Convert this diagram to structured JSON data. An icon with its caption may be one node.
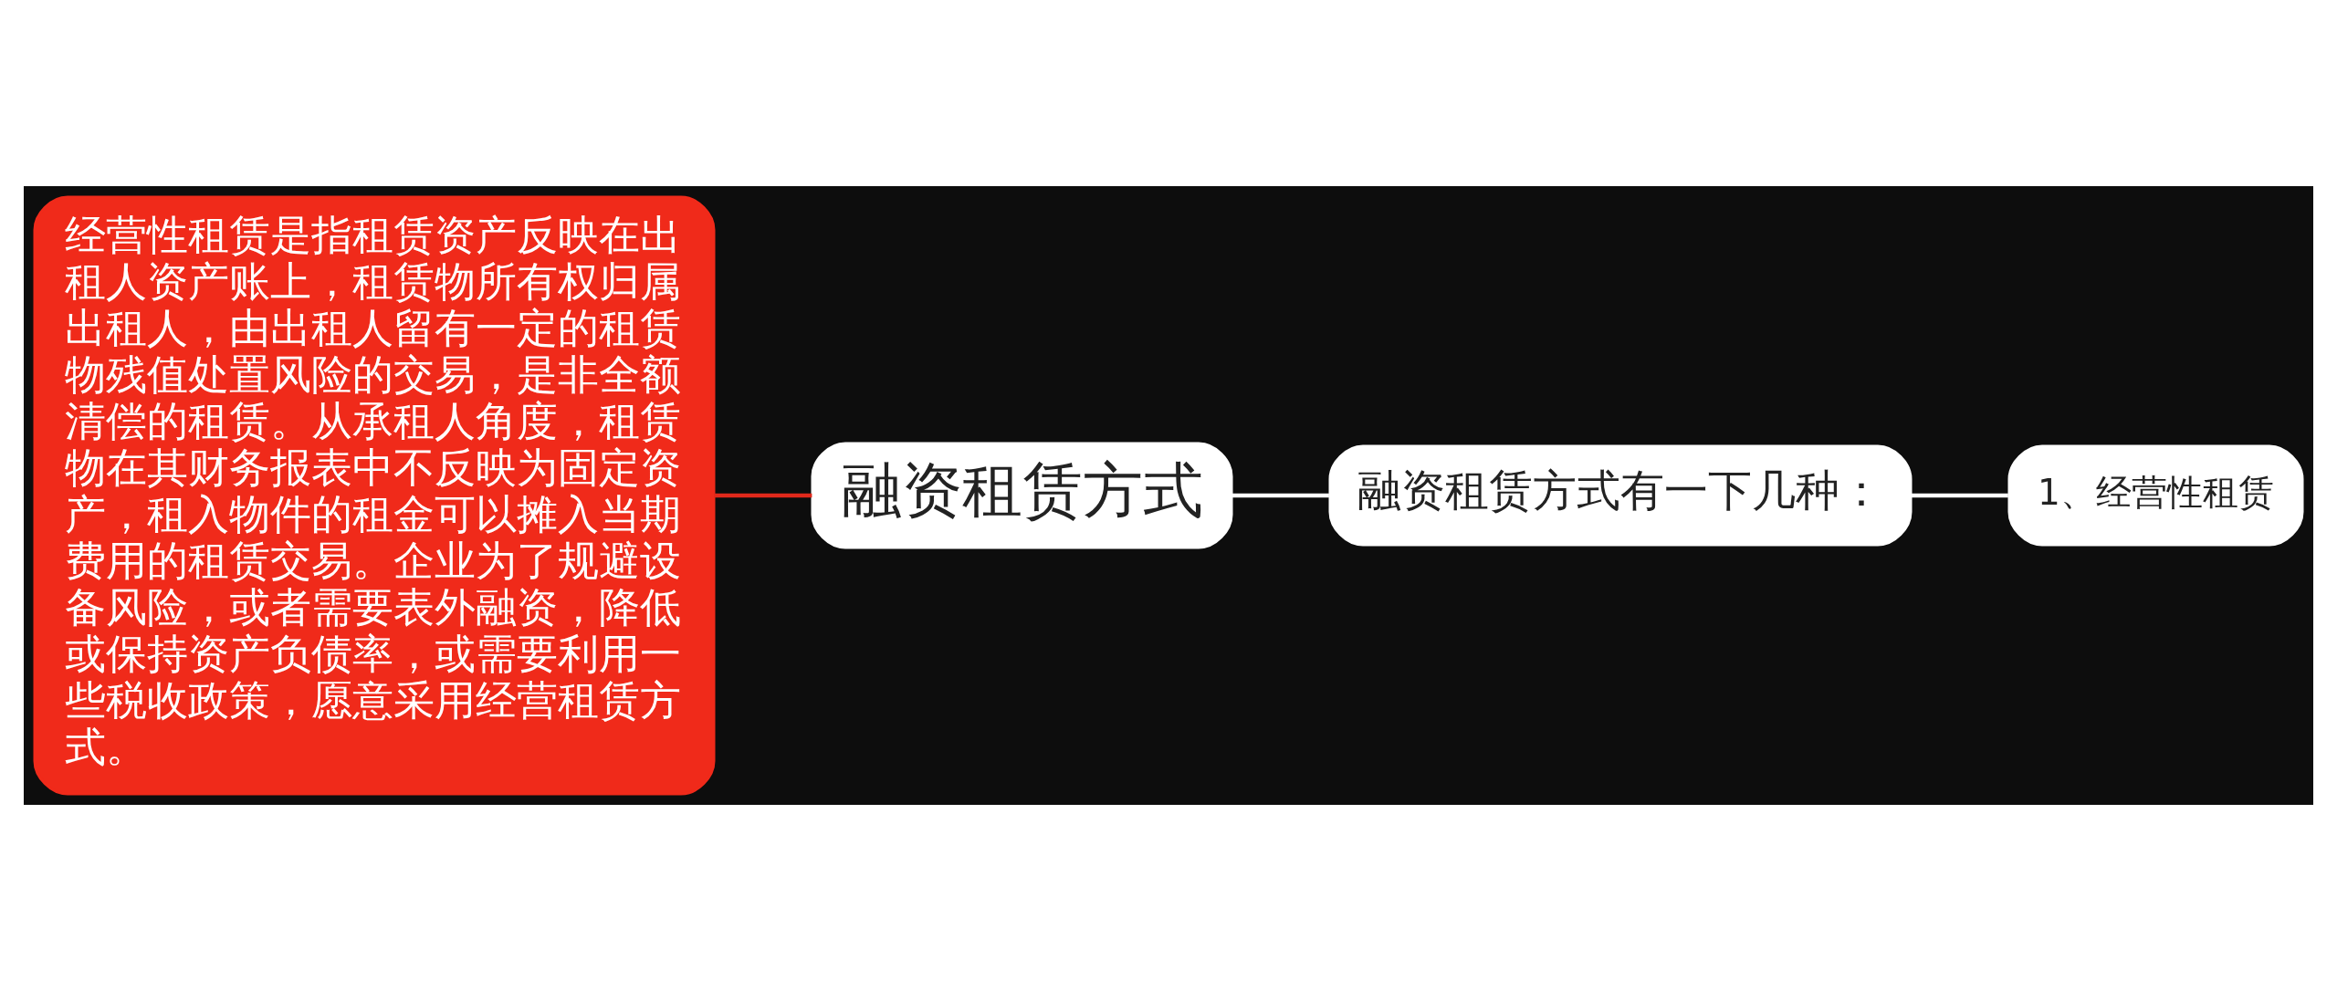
{
  "diagram": {
    "nodes": [
      {
        "text": [
          "经营性租赁是指租赁资产反映在出租人资产账上，租赁物所有权归属出租人，由出租人留有一定的租赁物残值处置风险的交易，是非全额清偿的租赁。从承租人角度，租赁物在其财务报表中不反映为固定资产，租入物件的租金可以摊入当期费用的租赁交易。企业为了规避设备风险，或者需要表外融资，降低或保持资产负债率，或需要利用一些税收政策，愿意采用经营租赁方式。"
        ]
      },
      {
        "text": [
          "融资租赁方式"
        ]
      },
      {
        "text": [
          "融资租赁方式有一下几种："
        ]
      },
      {
        "text": [
          "1、经营性租赁"
        ]
      }
    ],
    "edges": [
      {
        "from": 1,
        "to": 0,
        "arrow": "none",
        "color": "#e0291b"
      },
      {
        "from": 1,
        "to": 2,
        "arrow": "none"
      },
      {
        "from": 2,
        "to": 3,
        "arrow": "none"
      }
    ]
  }
}
